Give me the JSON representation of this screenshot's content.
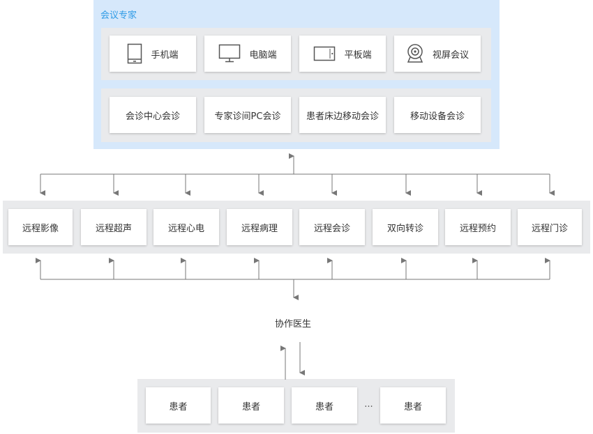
{
  "expert_panel": {
    "title": "会议专家",
    "devices": [
      {
        "label": "手机端",
        "icon": "mobile-phone-icon"
      },
      {
        "label": "电脑端",
        "icon": "desktop-monitor-icon"
      },
      {
        "label": "平板端",
        "icon": "tablet-icon"
      },
      {
        "label": "视屏会议",
        "icon": "webcam-icon"
      }
    ],
    "modes": [
      "会诊中心会诊",
      "专家诊间PC会诊",
      "患者床边移动会诊",
      "移动设备会诊"
    ]
  },
  "services": [
    "远程影像",
    "远程超声",
    "远程心电",
    "远程病理",
    "远程会诊",
    "双向转诊",
    "远程预约",
    "远程门诊"
  ],
  "collaborator": "协作医生",
  "patients": [
    "患者",
    "患者",
    "患者",
    "患者"
  ],
  "ellipsis": "...",
  "colors": {
    "panel_bg": "#d6e8fb",
    "title": "#2f9be6",
    "row_bg": "#e9eaec",
    "line": "#777777"
  }
}
